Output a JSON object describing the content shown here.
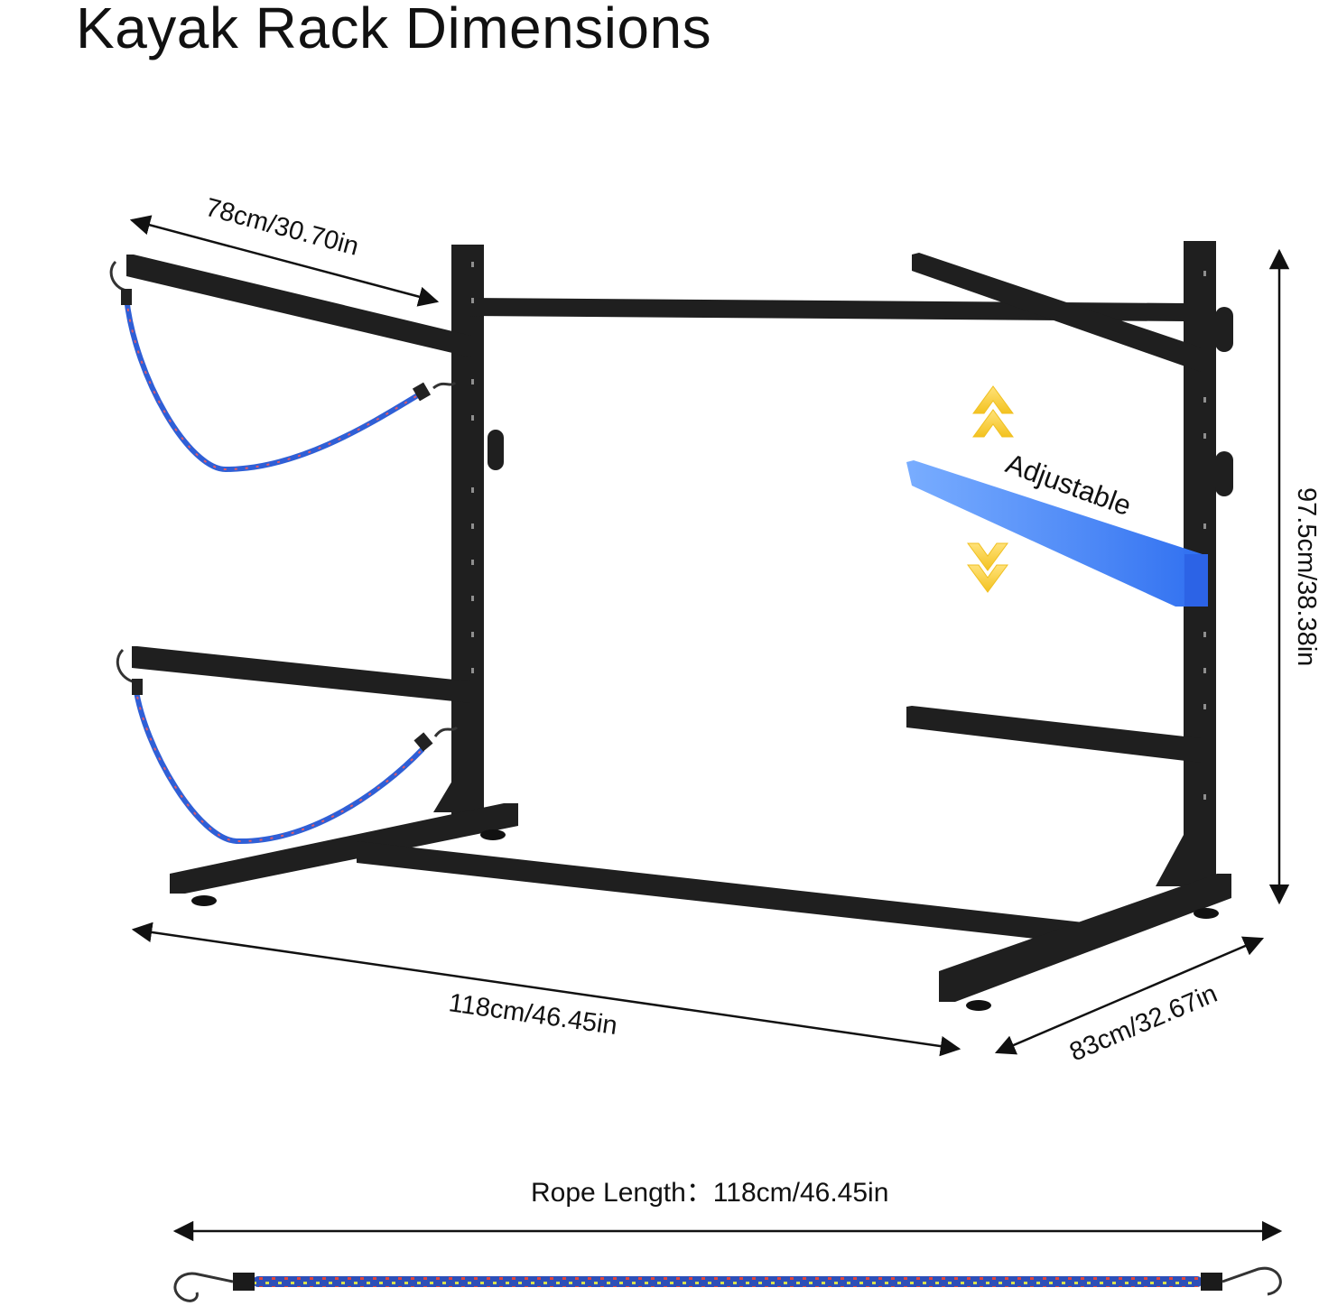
{
  "page": {
    "title": "Kayak Rack Dimensions"
  },
  "dimensions": {
    "arm_length": "78cm/30.70in",
    "height": "97.5cm/38.38in",
    "width": "118cm/46.45in",
    "depth": "83cm/32.67in",
    "adjustable_label": "Adjustable"
  },
  "rope": {
    "label": "Rope Length：118cm/46.45in"
  },
  "colors": {
    "frame": "#1e1e1e",
    "strap": "#2f5fd6",
    "adjustable_arm": "#4f8cf5",
    "arrow_yellow": "#f6cf4a"
  }
}
